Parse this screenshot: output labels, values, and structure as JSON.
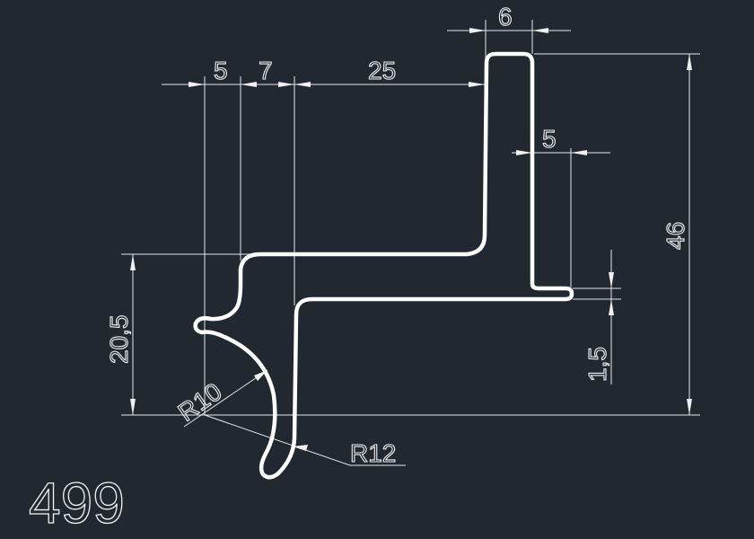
{
  "drawing": {
    "part_number": "499",
    "dimensions": {
      "top_width": "6",
      "left_offset_1": "5",
      "left_offset_2": "7",
      "horizontal_span": "25",
      "right_lip": "5",
      "total_height": "46",
      "lower_height": "20,5",
      "lip_thickness": "1,5",
      "radius_inner": "R10",
      "radius_outer": "R12"
    },
    "colors": {
      "background": "#212830",
      "lines": "#ffffff"
    }
  }
}
